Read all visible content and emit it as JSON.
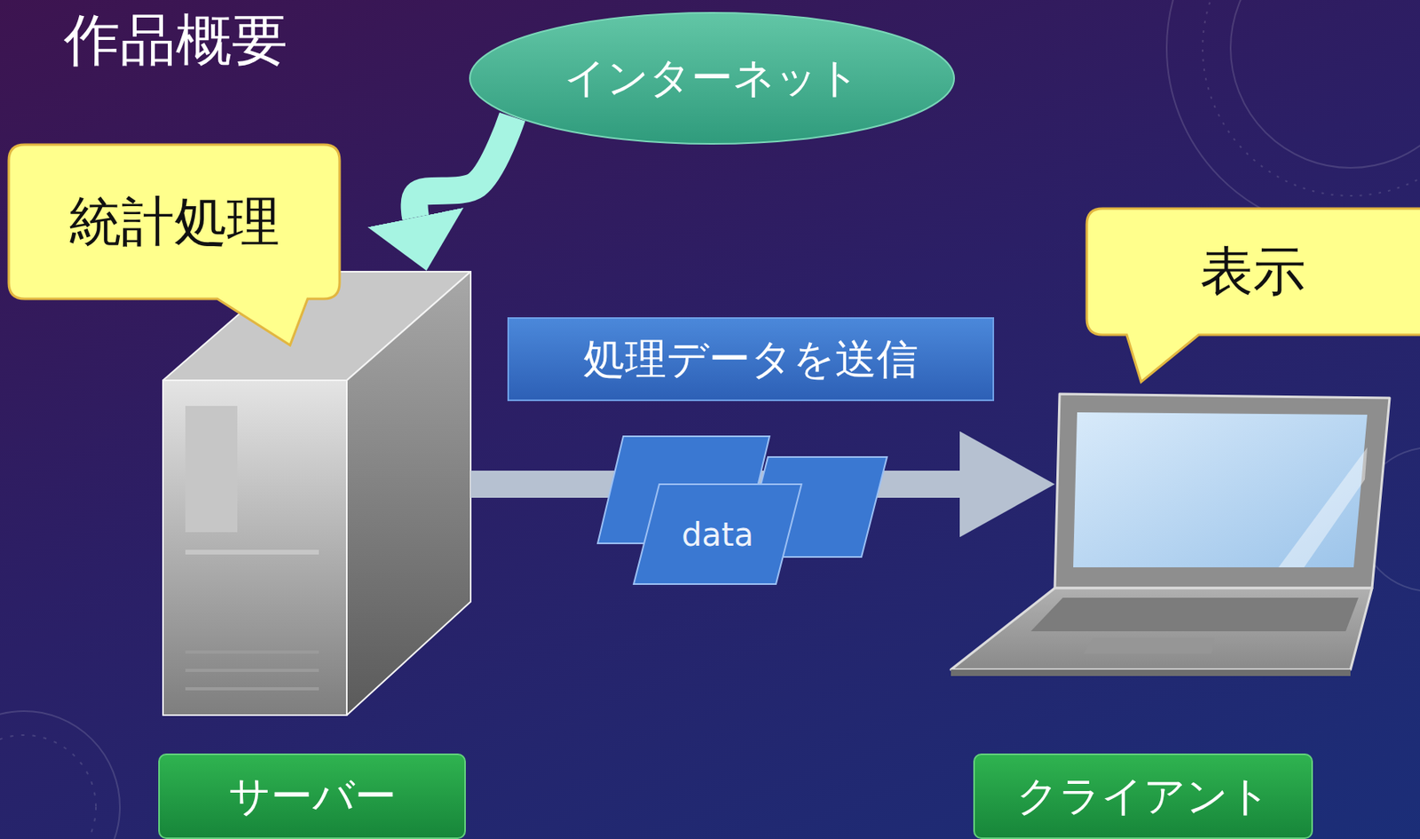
{
  "diagram": {
    "title": "作品概要",
    "nodes": [
      {
        "text": [
          "インターネット"
        ]
      },
      {
        "text": [
          "統計処理"
        ]
      },
      {
        "text": [
          "サーバー"
        ]
      },
      {
        "text": [
          "処理データを送信"
        ]
      },
      {
        "text": [
          "data"
        ]
      },
      {
        "text": [
          "表示"
        ]
      },
      {
        "text": [
          "クライアント"
        ]
      }
    ],
    "edges": [
      {
        "from": 0,
        "to": 2,
        "arrow": "to"
      },
      {
        "from": 2,
        "to": 6,
        "arrow": "to"
      }
    ]
  }
}
